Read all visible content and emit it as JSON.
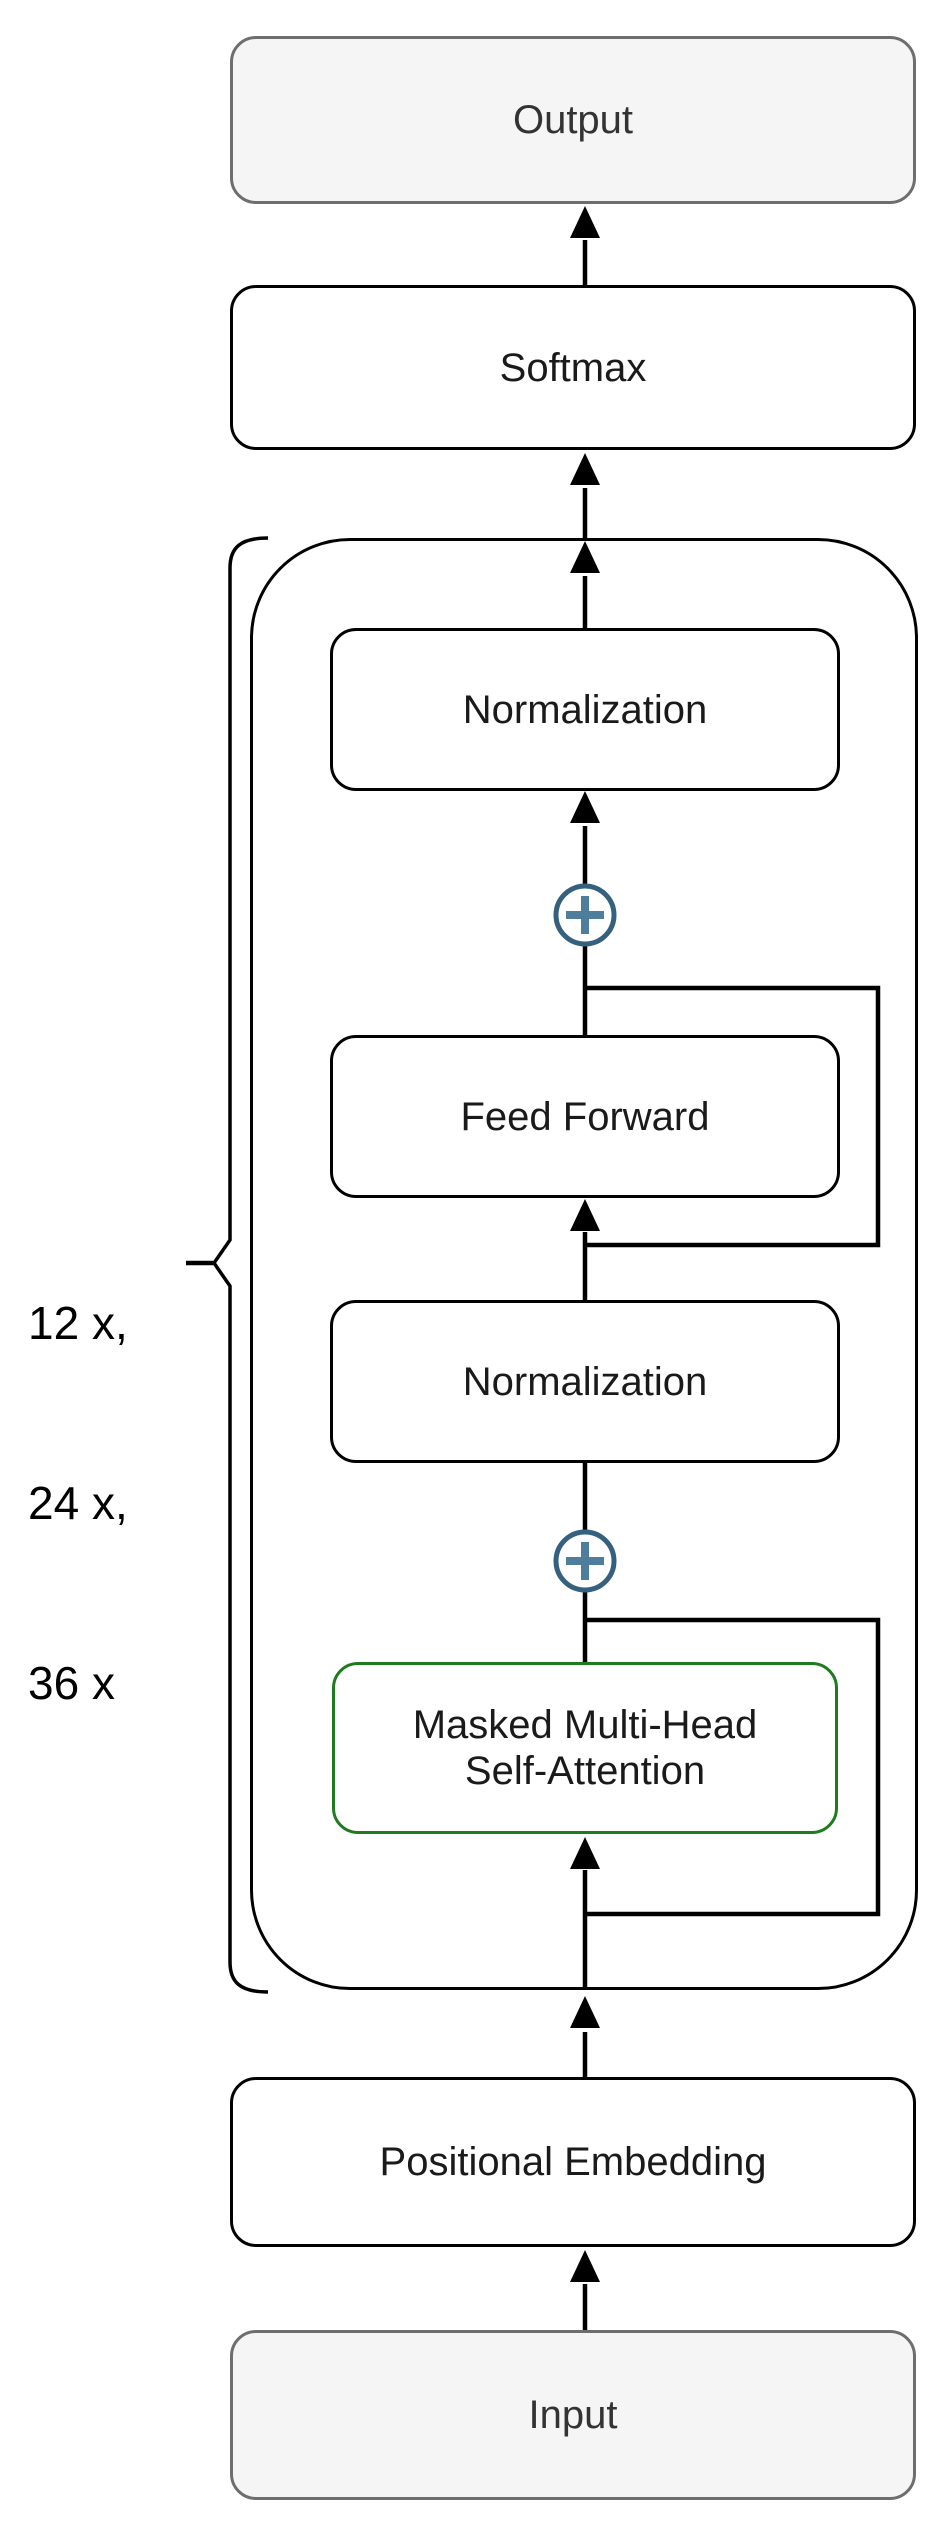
{
  "diagram": {
    "type": "flow-diagram",
    "nodes": {
      "output": {
        "label": "Output"
      },
      "softmax": {
        "label": "Softmax"
      },
      "normalization_top": {
        "label": "Normalization"
      },
      "feed_forward": {
        "label": "Feed Forward"
      },
      "normalization_bottom": {
        "label": "Normalization"
      },
      "masked_attention": {
        "lines": [
          "Masked Multi-Head",
          "Self-Attention"
        ]
      },
      "positional_embedding": {
        "label": "Positional Embedding"
      },
      "input": {
        "label": "Input"
      }
    },
    "repeat_label": {
      "lines": [
        "12 x,",
        "24 x,",
        "36 x"
      ]
    },
    "icons": {
      "sum_top": "plus-icon",
      "sum_bottom": "plus-icon"
    },
    "colors": {
      "terminal_fill": "#f5f5f5",
      "terminal_border": "#6e6e6e",
      "node_border": "#000000",
      "attention_border": "#1e7b1e",
      "sum_ring_blue": "#35617f",
      "sum_plus_blue": "#4f7d9c",
      "connector": "#000000",
      "text": "#1a1a1a"
    }
  }
}
